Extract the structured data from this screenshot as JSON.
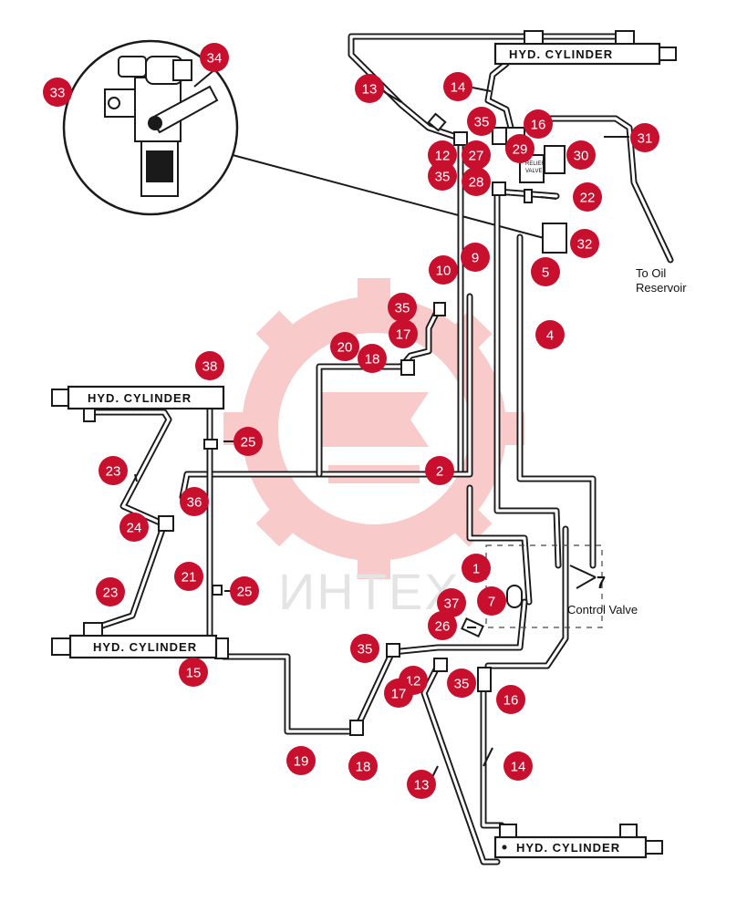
{
  "diagram": {
    "cylinder_label": "HYD. CYLINDER",
    "watermark_text": "ИНТЕХ",
    "oil_reservoir_label": [
      "To Oil",
      "Reservoir"
    ],
    "control_valve_label": "Control Valve",
    "control_valve_number": "7",
    "valve_stamp": [
      "RELIEF",
      "VALVE"
    ],
    "colors": {
      "callout": "#c8102e",
      "line": "#1a1a1a",
      "watermark": "#f4a0a0"
    },
    "callouts": [
      {
        "id": "c33",
        "label": "33"
      },
      {
        "id": "c34",
        "label": "34"
      },
      {
        "id": "c13a",
        "label": "13"
      },
      {
        "id": "c14a",
        "label": "14"
      },
      {
        "id": "c35a",
        "label": "35"
      },
      {
        "id": "c16a",
        "label": "16"
      },
      {
        "id": "c31",
        "label": "31"
      },
      {
        "id": "c12a",
        "label": "12"
      },
      {
        "id": "c29",
        "label": "29"
      },
      {
        "id": "c27",
        "label": "27"
      },
      {
        "id": "c30",
        "label": "30"
      },
      {
        "id": "c35b",
        "label": "35"
      },
      {
        "id": "c28",
        "label": "28"
      },
      {
        "id": "c22",
        "label": "22"
      },
      {
        "id": "c32",
        "label": "32"
      },
      {
        "id": "c9",
        "label": "9"
      },
      {
        "id": "c10",
        "label": "10"
      },
      {
        "id": "c5",
        "label": "5"
      },
      {
        "id": "c35c",
        "label": "35"
      },
      {
        "id": "c17a",
        "label": "17"
      },
      {
        "id": "c4",
        "label": "4"
      },
      {
        "id": "c20",
        "label": "20"
      },
      {
        "id": "c18a",
        "label": "18"
      },
      {
        "id": "c38",
        "label": "38"
      },
      {
        "id": "c25a",
        "label": "25"
      },
      {
        "id": "c23a",
        "label": "23"
      },
      {
        "id": "c2",
        "label": "2"
      },
      {
        "id": "c36",
        "label": "36"
      },
      {
        "id": "c24",
        "label": "24"
      },
      {
        "id": "c1",
        "label": "1"
      },
      {
        "id": "c21",
        "label": "21"
      },
      {
        "id": "c25b",
        "label": "25"
      },
      {
        "id": "c23b",
        "label": "23"
      },
      {
        "id": "c7",
        "label": "7"
      },
      {
        "id": "c37",
        "label": "37"
      },
      {
        "id": "c26",
        "label": "26"
      },
      {
        "id": "c15",
        "label": "15"
      },
      {
        "id": "c35d",
        "label": "35"
      },
      {
        "id": "c12b",
        "label": "12"
      },
      {
        "id": "c35e",
        "label": "35"
      },
      {
        "id": "c17b",
        "label": "17"
      },
      {
        "id": "c16b",
        "label": "16"
      },
      {
        "id": "c14b",
        "label": "14"
      },
      {
        "id": "c19",
        "label": "19"
      },
      {
        "id": "c18b",
        "label": "18"
      },
      {
        "id": "c13b",
        "label": "13"
      }
    ]
  }
}
